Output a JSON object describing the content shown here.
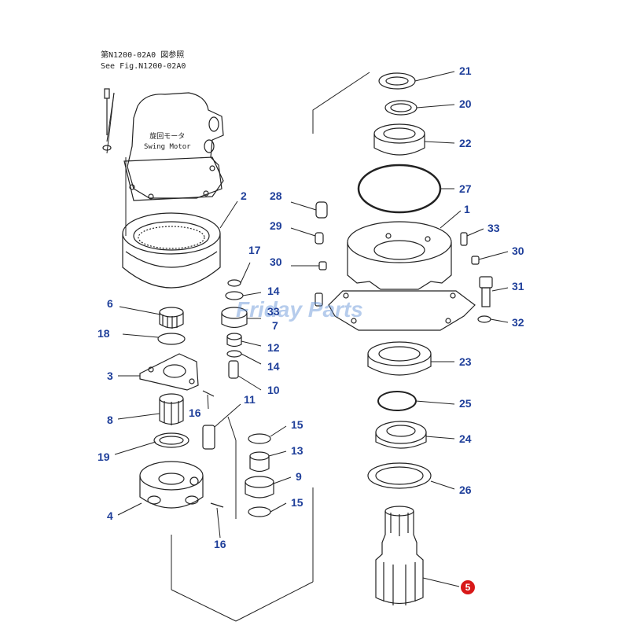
{
  "reference_note": {
    "line1": "第N1200-02A0 図参照",
    "line2": "See Fig.N1200-02A0"
  },
  "motor_label": {
    "jp": "旋回モータ",
    "en": "Swing Motor"
  },
  "watermark": "Friday Parts",
  "callouts": [
    "21",
    "20",
    "22",
    "27",
    "1",
    "28",
    "29",
    "33",
    "30",
    "30",
    "31",
    "32",
    "2",
    "17",
    "14",
    "33",
    "7",
    "12",
    "14",
    "10",
    "6",
    "18",
    "3",
    "16",
    "11",
    "8",
    "19",
    "15",
    "13",
    "9",
    "15",
    "4",
    "16",
    "23",
    "25",
    "24",
    "26",
    "5"
  ],
  "colors": {
    "callout_text": "#1f3f9a",
    "highlight_badge": "#d81818",
    "line_art": "#222222",
    "watermark": "#5f8fd6"
  }
}
